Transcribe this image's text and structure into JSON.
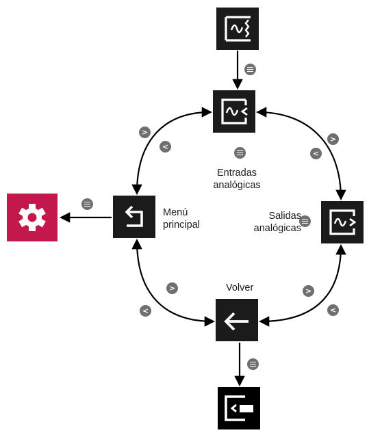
{
  "nodes": {
    "top": {
      "icon": "analog-signal-tile-icon"
    },
    "entradas": {
      "icon": "analog-input-icon",
      "label_line1": "Entradas",
      "label_line2": "analógicas"
    },
    "menu": {
      "icon": "return-arrow-icon",
      "label_line1": "Menú",
      "label_line2": "principal"
    },
    "salidas": {
      "icon": "analog-output-icon",
      "label_line1": "Salidas",
      "label_line2": "analógicas"
    },
    "volver": {
      "icon": "left-arrow-icon",
      "label": "Volver"
    },
    "bottom": {
      "icon": "exit-screen-icon"
    },
    "gear": {
      "icon": "gear-icon"
    }
  },
  "buttons": {
    "next": ">",
    "prev": "<"
  },
  "colors": {
    "tile": "#1b1b1b",
    "gear_tile": "#c2184b",
    "button": "#6f6f6f",
    "edge": "#000000"
  }
}
